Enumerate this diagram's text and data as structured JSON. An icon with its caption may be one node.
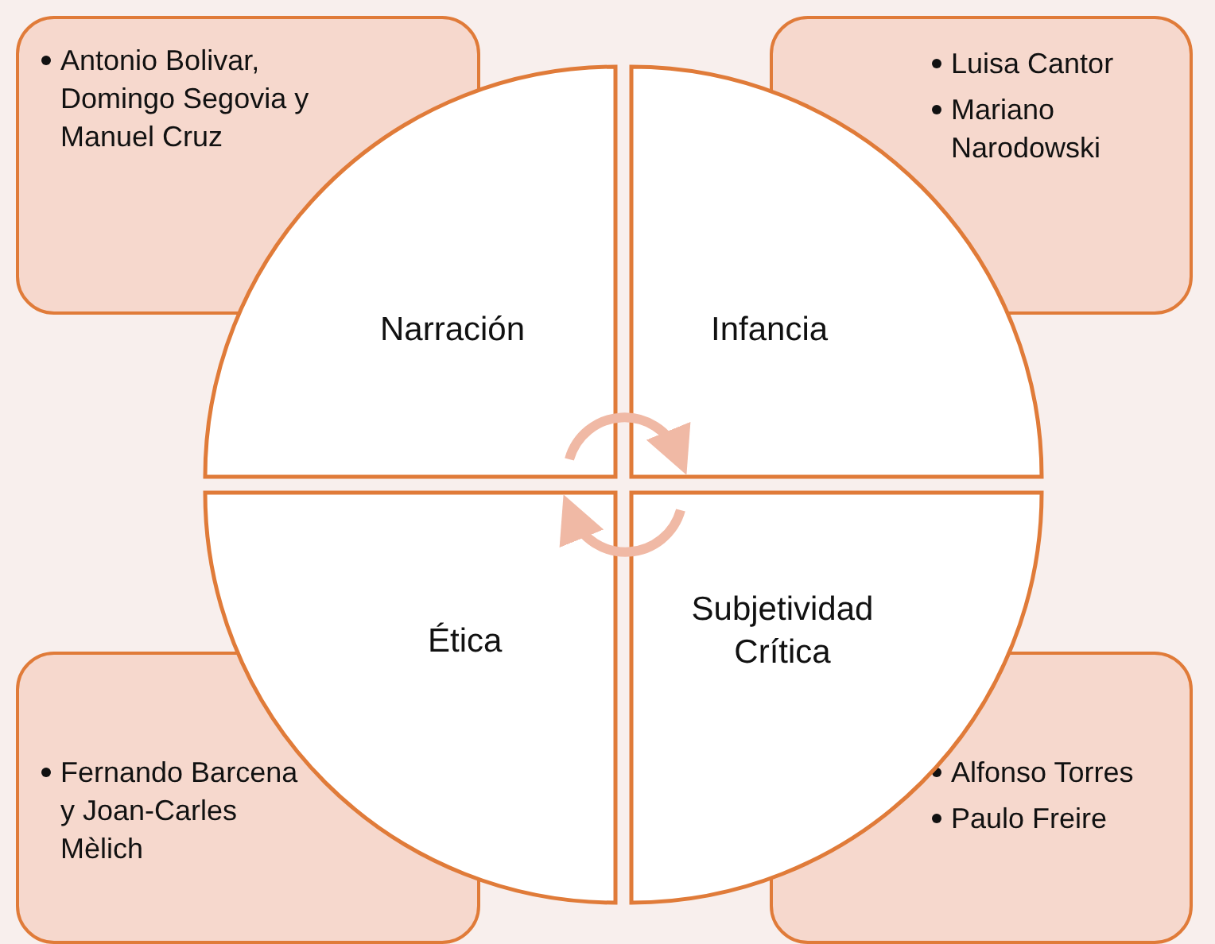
{
  "diagram": {
    "nodes": [
      {
        "text": [
          "Antonio Bolivar, Domingo Segovia y Manuel Cruz"
        ]
      },
      {
        "text": [
          "Luisa Cantor",
          "Mariano Narodowski"
        ]
      },
      {
        "text": [
          "Narración"
        ]
      },
      {
        "text": [
          "Infancia"
        ]
      },
      {
        "text": [
          "Ética"
        ]
      },
      {
        "text": [
          "Subjetividad Crítica"
        ]
      },
      {
        "text": [
          "Fernando Barcena  y Joan-Carles Mèlich"
        ]
      },
      {
        "text": [
          "Alfonso Torres",
          "Paulo Freire"
        ]
      }
    ],
    "edges": [
      {
        "from": 2,
        "to": 3,
        "arrow": "to"
      },
      {
        "from": 5,
        "to": 4,
        "arrow": "to"
      }
    ]
  }
}
